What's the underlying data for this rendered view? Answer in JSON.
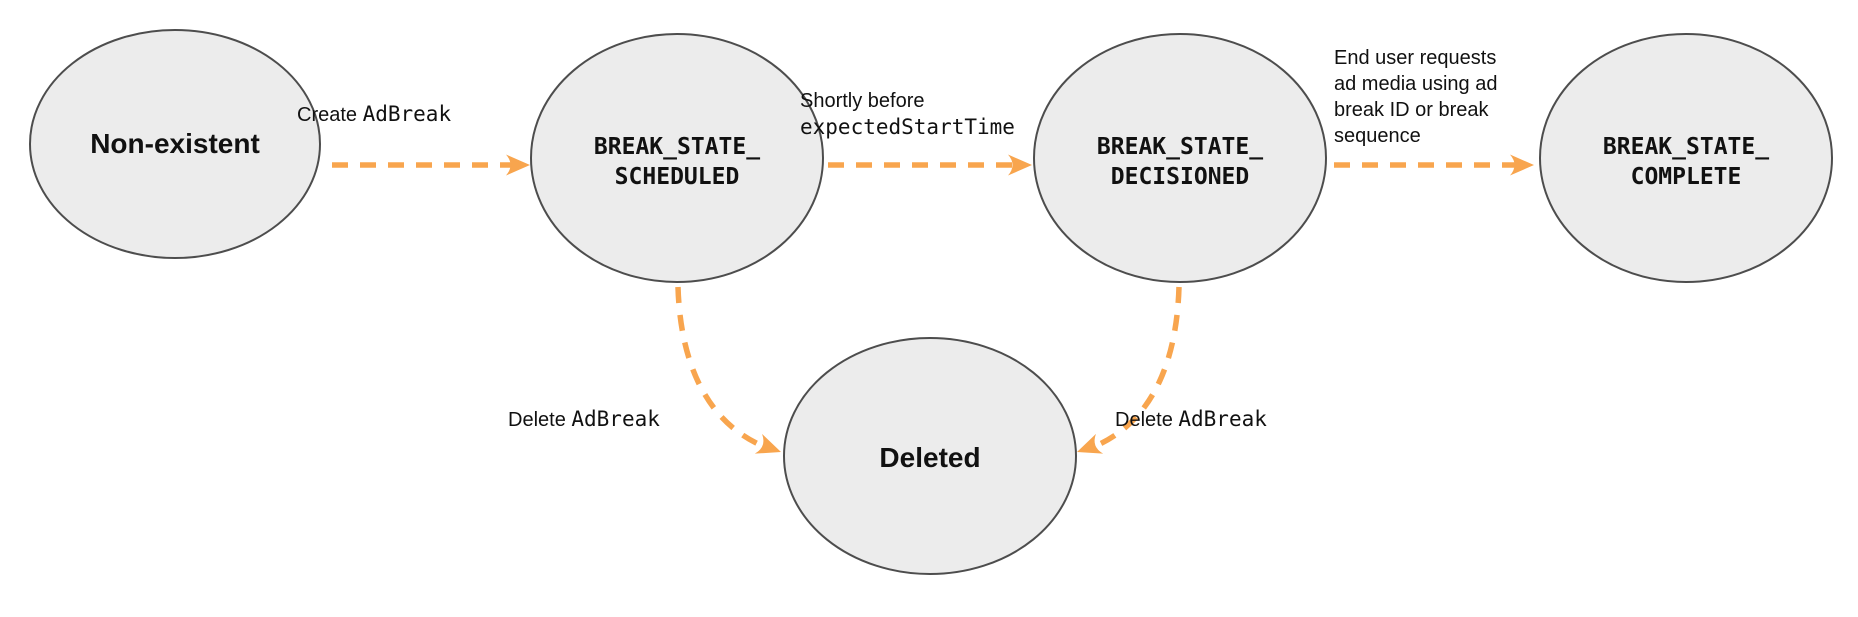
{
  "diagram": {
    "type": "state-diagram",
    "colors": {
      "node_fill": "#ececec",
      "node_stroke": "#4d4d4d",
      "arrow": "#f8a54e",
      "text": "#111111"
    },
    "nodes": [
      {
        "id": "non-existent",
        "label": "Non-existent",
        "style": "sans"
      },
      {
        "id": "break-state-scheduled",
        "label": "BREAK_STATE_\nSCHEDULED",
        "style": "mono"
      },
      {
        "id": "break-state-decisioned",
        "label": "BREAK_STATE_\nDECISIONED",
        "style": "mono"
      },
      {
        "id": "break-state-complete",
        "label": "BREAK_STATE_\nCOMPLETE",
        "style": "mono"
      },
      {
        "id": "deleted",
        "label": "Deleted",
        "style": "sans"
      }
    ],
    "edges": [
      {
        "id": "create-adbreak",
        "from": "non-existent",
        "to": "break-state-scheduled",
        "label_text": "Create ",
        "label_code": "AdBreak"
      },
      {
        "id": "shortly-before-expected-start-time",
        "from": "break-state-scheduled",
        "to": "break-state-decisioned",
        "label_text": "Shortly before",
        "label_code": "expectedStartTime"
      },
      {
        "id": "end-user-requests-ad-media",
        "from": "break-state-decisioned",
        "to": "break-state-complete",
        "label_text": "End user requests\nad media using ad\nbreak ID or break\nsequence",
        "label_code": ""
      },
      {
        "id": "delete-adbreak-from-scheduled",
        "from": "break-state-scheduled",
        "to": "deleted",
        "label_text": "Delete ",
        "label_code": "AdBreak"
      },
      {
        "id": "delete-adbreak-from-decisioned",
        "from": "break-state-decisioned",
        "to": "deleted",
        "label_text": "Delete ",
        "label_code": "AdBreak"
      }
    ]
  }
}
